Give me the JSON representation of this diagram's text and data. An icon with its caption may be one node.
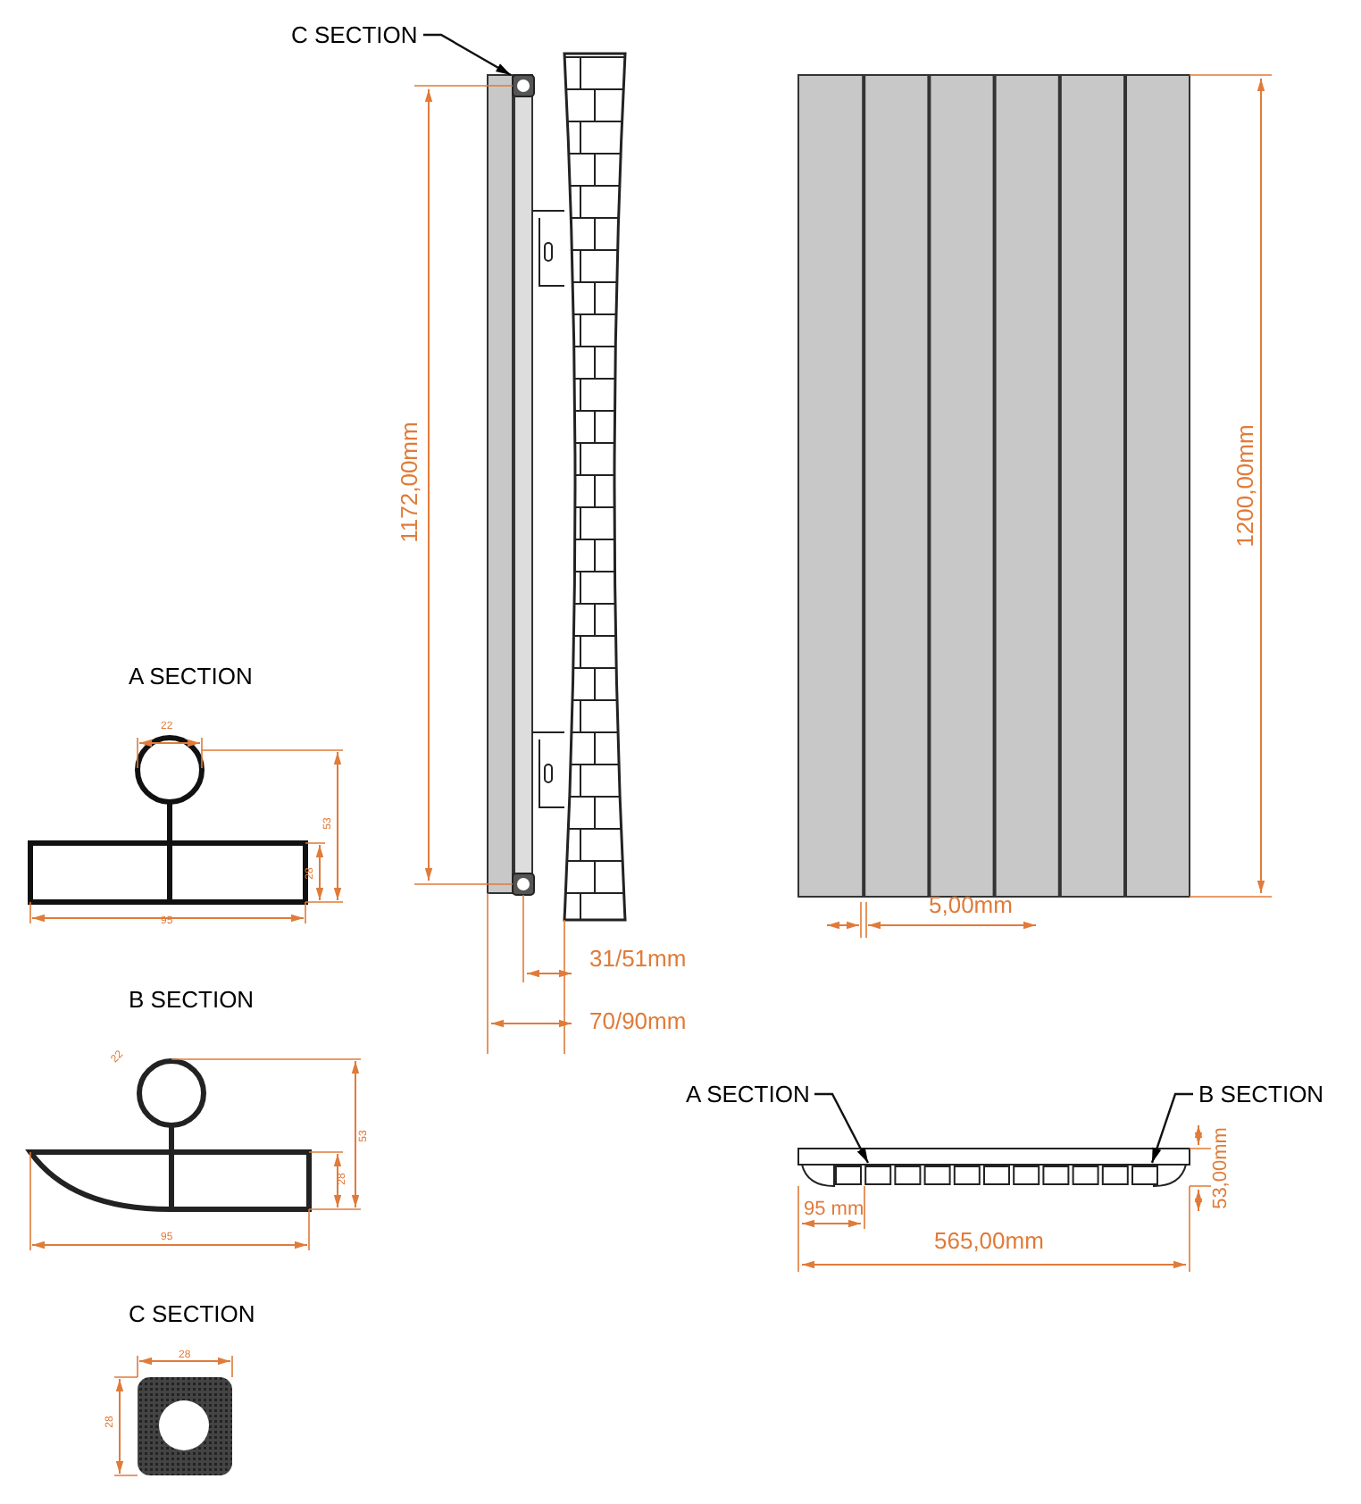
{
  "diagram": {
    "nodes": [
      {
        "text": [
          "C SECTION"
        ]
      },
      {
        "text": [
          "A SECTION"
        ]
      },
      {
        "text": [
          "B SECTION"
        ]
      }
    ],
    "edges": [
      {
        "from": 0,
        "to": null,
        "arrow": "to"
      },
      {
        "from": 1,
        "to": null,
        "arrow": "to"
      },
      {
        "from": 2,
        "to": null,
        "arrow": "to"
      }
    ],
    "labels": [
      "1172,00mm",
      "1200,00mm",
      "A SECTION",
      "22",
      "53",
      "28",
      "95",
      "5,00mm",
      "31/51mm",
      "70/90mm",
      "B SECTION",
      "22",
      "53",
      "28",
      "95",
      "95 mm",
      "565,00mm",
      "53,00mm",
      "C SECTION",
      "28",
      "28"
    ]
  }
}
